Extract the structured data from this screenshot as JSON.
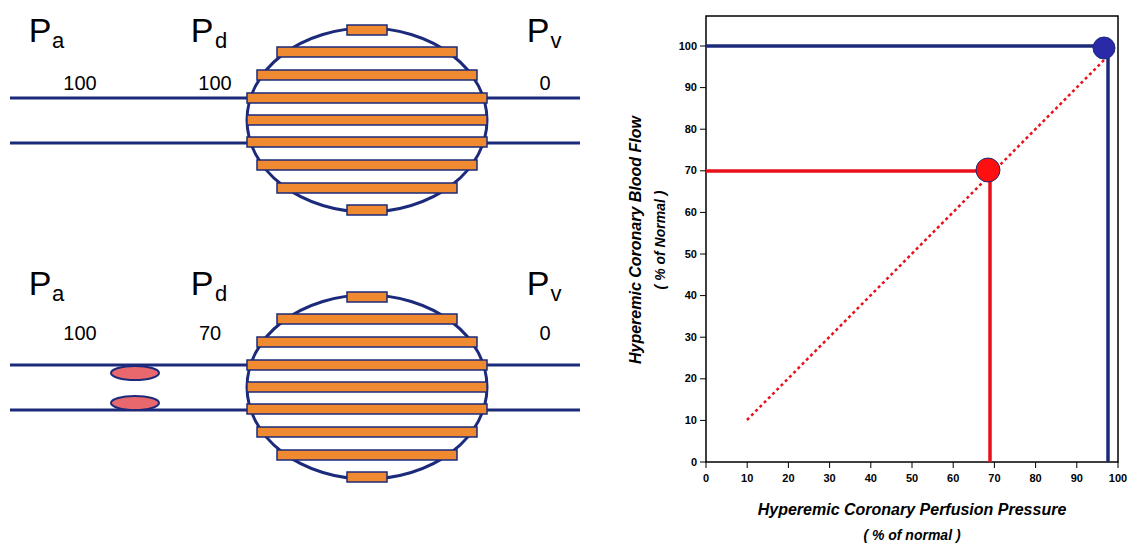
{
  "diagram": {
    "labels": [
      "P",
      "a",
      "100",
      "P",
      "d",
      "100",
      "P",
      "v",
      "0",
      "P",
      "a",
      "100",
      "P",
      "d",
      "70",
      "P",
      "v",
      "0",
      "Hyperemic Coronary Blood Flow",
      "( % of Normal )",
      "Hyperemic Coronary Perfusion Pressure",
      "( % of normal )",
      "0",
      "10",
      "20",
      "30",
      "40",
      "50",
      "60",
      "70",
      "80",
      "90",
      "100",
      "0",
      "10",
      "20",
      "30",
      "40",
      "50",
      "60",
      "70",
      "80",
      "90",
      "100"
    ]
  }
}
